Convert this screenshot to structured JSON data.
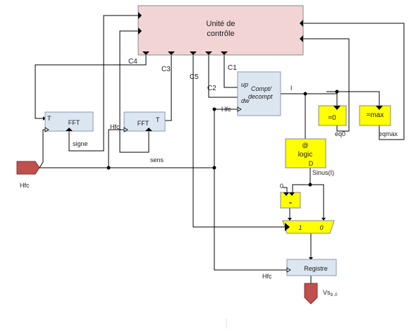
{
  "blocks": {
    "control_unit": {
      "line1": "Unité de",
      "line2": "contrôle"
    },
    "fft1": {
      "title": "FFT",
      "t_port": "T",
      "output": "signe"
    },
    "fft2": {
      "title": "FFT",
      "t_port": "T",
      "output": "sens"
    },
    "counter": {
      "up": "up",
      "dw": "dw",
      "name_line1": "Compt/",
      "name_line2": "decompt",
      "out": "I",
      "clk": "Hfc"
    },
    "eq0": {
      "label": "=0",
      "out": "eq0"
    },
    "eqmax": {
      "label": "=max",
      "out": "eqmax"
    },
    "logic": {
      "at": "@",
      "label": "logic",
      "d": "D",
      "out": "Sinus(I)"
    },
    "neg": {
      "label": "-",
      "zero_input": "0"
    },
    "mux": {
      "in1": "1",
      "in0": "0"
    },
    "registre": {
      "label": "Registre",
      "clk": "Hfc"
    }
  },
  "signals": {
    "c1": "C1",
    "c2": "C2",
    "c3": "C3",
    "c4": "C4",
    "c5": "C5",
    "hfc_fft2": "Hfc",
    "hfc_input": "Hfc",
    "vs": "Vs",
    "vs_sub": "9..0"
  },
  "colors": {
    "control_fill": "#f2d4d4",
    "fft_fill": "#dce6f1",
    "yellow": "#ffff00",
    "port_red": "#c0504d",
    "line": "#000000"
  }
}
